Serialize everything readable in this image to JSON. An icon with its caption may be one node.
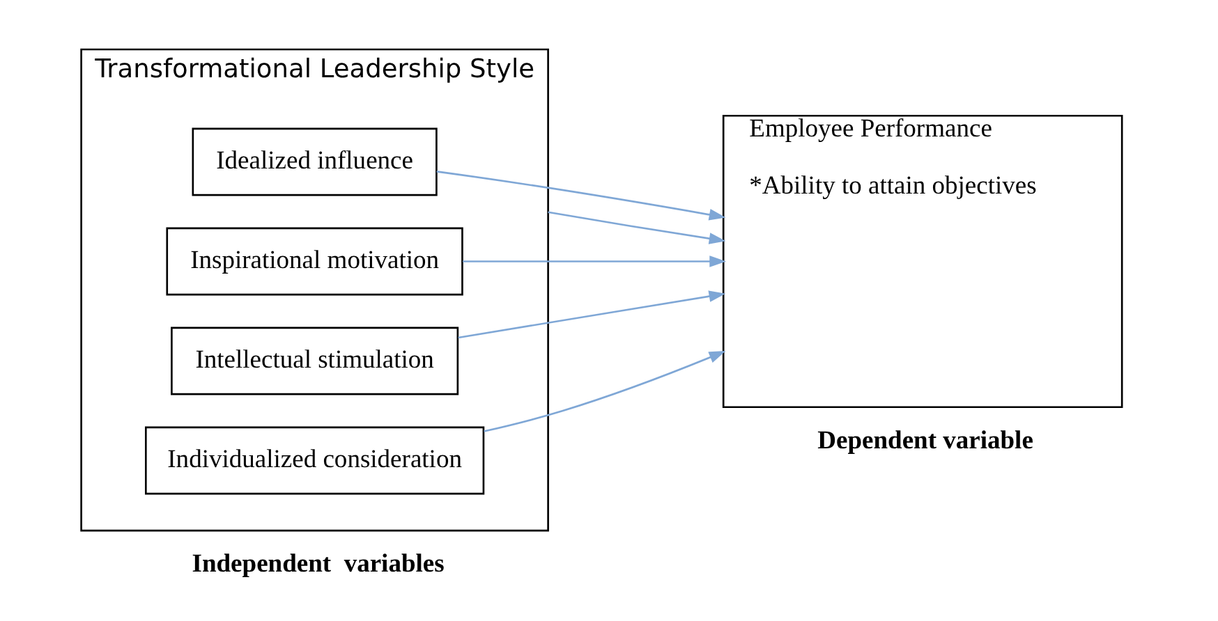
{
  "diagram": {
    "nodes": [
      {
        "text": [
          "Transformational Leadership Style"
        ],
        "beside": [
          "Independent  variables"
        ]
      },
      {
        "text": [
          "Idealized influence"
        ],
        "in": 0
      },
      {
        "text": [
          "Inspirational motivation"
        ],
        "in": 0
      },
      {
        "text": [
          "Intellectual stimulation"
        ],
        "in": 0
      },
      {
        "text": [
          "Individualized consideration"
        ],
        "in": 0
      },
      {
        "text": [
          "Employee Performance",
          "*Ability to attain objectives"
        ],
        "beside": [
          "Dependent variable"
        ]
      }
    ],
    "edges": [
      {
        "from": 0,
        "to": 5,
        "arrow": "to"
      },
      {
        "from": 1,
        "to": 5,
        "arrow": "to"
      },
      {
        "from": 2,
        "to": 5,
        "arrow": "to"
      },
      {
        "from": 3,
        "to": 5,
        "arrow": "to"
      },
      {
        "from": 4,
        "to": 5,
        "arrow": "to"
      }
    ]
  }
}
